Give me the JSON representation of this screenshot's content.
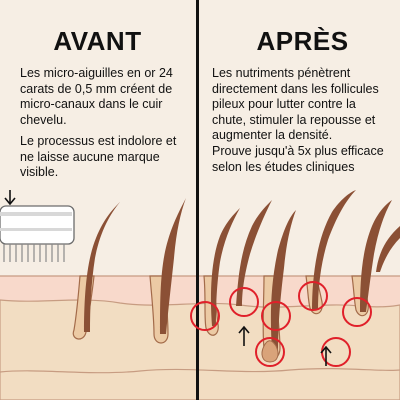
{
  "left_panel": {
    "heading": "AVANT",
    "paragraph_1": "Les micro-aiguilles en or 24 carats de 0,5 mm créent de micro-canaux dans le cuir chevelu.",
    "paragraph_2": "Le processus est indolore et ne laisse aucune marque visible."
  },
  "right_panel": {
    "heading": "APRÈS",
    "paragraph_1": "Les nutriments pénètrent directement dans les follicules pileux pour lutter contre la chute, stimuler la repousse et augmenter la densité.",
    "paragraph_2": "Prouve jusqu'à 5x plus efficace selon les études cliniques"
  },
  "colors": {
    "background": "#f6eee4",
    "skin_layer": "#f8d9cb",
    "dermis_layer": "#f2ddc2",
    "hair": "#8b5035",
    "divider": "#111111",
    "highlight_circle": "#e0202a"
  },
  "icons": [
    "down-arrow-icon",
    "up-arrow-icon",
    "microneedle-roller-icon"
  ]
}
